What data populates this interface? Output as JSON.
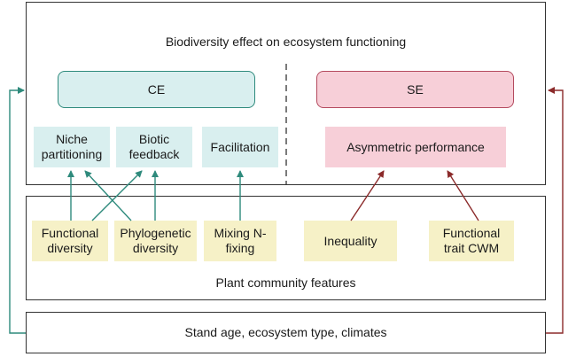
{
  "top_panel": {
    "title": "Biodiversity effect on ecosystem functioning",
    "ce": "CE",
    "se": "SE",
    "mechanisms": {
      "niche": "Niche partitioning",
      "biotic": "Biotic feedback",
      "facilitation": "Facilitation",
      "asymmetric": "Asymmetric performance"
    }
  },
  "middle_panel": {
    "caption": "Plant community features",
    "features": {
      "functional_diversity": "Functional diversity",
      "phylogenetic_diversity": "Phylogenetic diversity",
      "mixing_n_fixing": "Mixing N-fixing",
      "inequality": "Inequality",
      "functional_trait_cwm": "Functional trait CWM"
    }
  },
  "bottom_panel": {
    "caption": "Stand age, ecosystem type, climates"
  },
  "colors": {
    "teal_arrow": "#2e8a7c",
    "red_arrow": "#8b2a2a",
    "teal_fill": "#d9efef",
    "pink_fill": "#f7cfd8",
    "yellow_fill": "#f6f1c7"
  }
}
